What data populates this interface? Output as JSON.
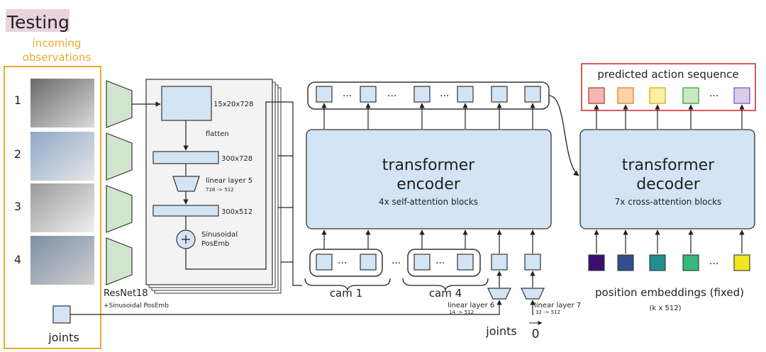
{
  "title": "Testing",
  "incoming_label": [
    "incoming",
    "observations"
  ],
  "camera_numbers": [
    "1",
    "2",
    "3",
    "4"
  ],
  "joints_label": "joints",
  "backbone": {
    "label": "ResNet18",
    "sublabel": "+Sinusoidal PosEmb",
    "feature_map": "15x20x728",
    "flatten": "flatten",
    "dim1": "300x728",
    "linear_name": "linear layer 5",
    "linear_dims": "728 -> 512",
    "dim2": "300x512",
    "posemb": [
      "Sinusoidal",
      "PosEmb"
    ]
  },
  "encoder": {
    "title": [
      "transformer",
      "encoder"
    ],
    "subtitle": "4x self-attention blocks"
  },
  "decoder": {
    "title": [
      "transformer",
      "decoder"
    ],
    "subtitle": "7x cross-attention blocks"
  },
  "cam_labels": [
    "cam 1",
    "cam 4"
  ],
  "ellipsis": "···",
  "linear6": {
    "name": "linear layer 6",
    "dims": "14 -> 512"
  },
  "linear7": {
    "name": "linear layer 7",
    "dims": "32 -> 512"
  },
  "joints_bottom": "joints",
  "zero_vec": "0",
  "predicted_label": "predicted action sequence",
  "action_colors": [
    "#f2b8b8",
    "#fbd3a8",
    "#fdf0a6",
    "#cde8c4",
    "#d8cdea"
  ],
  "action_border_colors": [
    "#c0392b",
    "#e67e22",
    "#d4ac0d",
    "#3a9d3a",
    "#7d5bb5"
  ],
  "position_label": "position embeddings (fixed)",
  "position_sub": "(k x 512)",
  "position_colors": [
    "#3b0f70",
    "#31508c",
    "#21908d",
    "#35b779",
    "#f0e721"
  ],
  "colors": {
    "block_fill": "#d3e4f4",
    "block_stroke": "#333333",
    "orange": "#f0a830",
    "red": "#d63030",
    "green": "#cfe6cc",
    "title_bg": "#e9d3de"
  }
}
